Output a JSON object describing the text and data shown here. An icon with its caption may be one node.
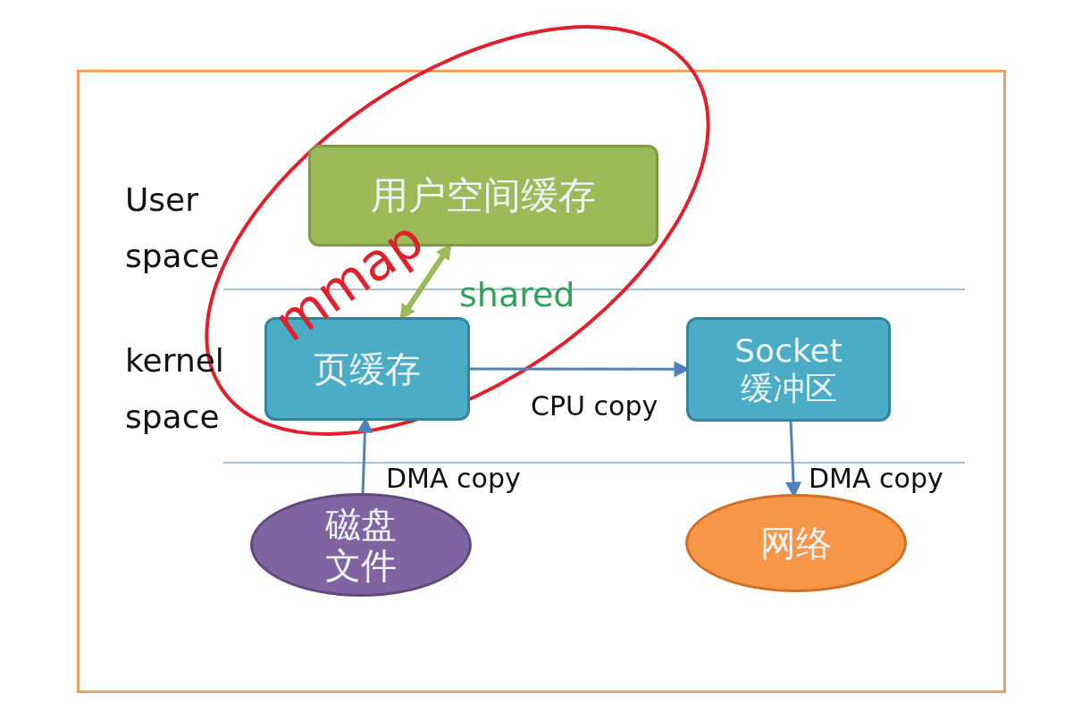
{
  "diagram": {
    "nodes": [
      {
        "text": [
          "用户空间缓存"
        ]
      },
      {
        "text": [
          "页缓存"
        ]
      },
      {
        "text": [
          "Socket 缓冲区"
        ]
      },
      {
        "text": [
          "磁盘文件"
        ]
      },
      {
        "text": [
          "网络"
        ]
      }
    ],
    "edges": [
      {
        "from": 0,
        "to": 1,
        "arrow": "both",
        "label": "shared",
        "style": "thick",
        "color": "#9bbb59"
      },
      {
        "from": 1,
        "to": 2,
        "arrow": "to",
        "label": "CPU copy"
      },
      {
        "from": 3,
        "to": 1,
        "arrow": "to",
        "label": "DMA copy"
      },
      {
        "from": 2,
        "to": 4,
        "arrow": "to",
        "label": "DMA copy"
      }
    ],
    "labels": [
      "User space",
      "kernel space",
      "mmap"
    ]
  }
}
